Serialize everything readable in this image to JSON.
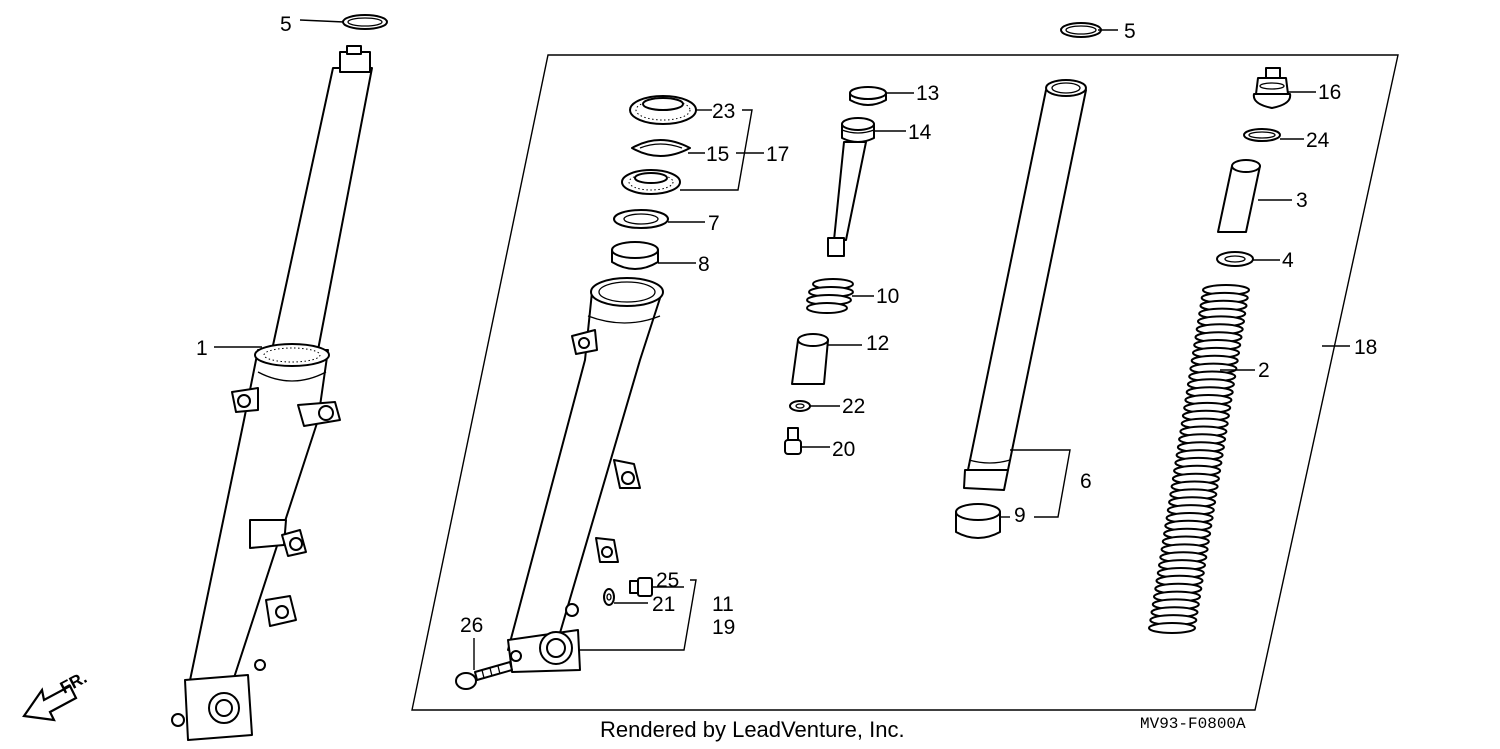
{
  "labels": {
    "p1": "1",
    "p2": "2",
    "p3": "3",
    "p4": "4",
    "p5a": "5",
    "p5b": "5",
    "p6": "6",
    "p7": "7",
    "p8": "8",
    "p9": "9",
    "p10": "10",
    "p11": "11",
    "p12": "12",
    "p13": "13",
    "p14": "14",
    "p15": "15",
    "p16": "16",
    "p17": "17",
    "p18": "18",
    "p19": "19",
    "p20": "20",
    "p21": "21",
    "p22": "22",
    "p23": "23",
    "p24": "24",
    "p25": "25",
    "p26": "26"
  },
  "footer": {
    "credit": "Rendered by LeadVenture, Inc.",
    "diagram_code": "MV93-F0800A"
  },
  "direction": {
    "front_label": "FR."
  }
}
